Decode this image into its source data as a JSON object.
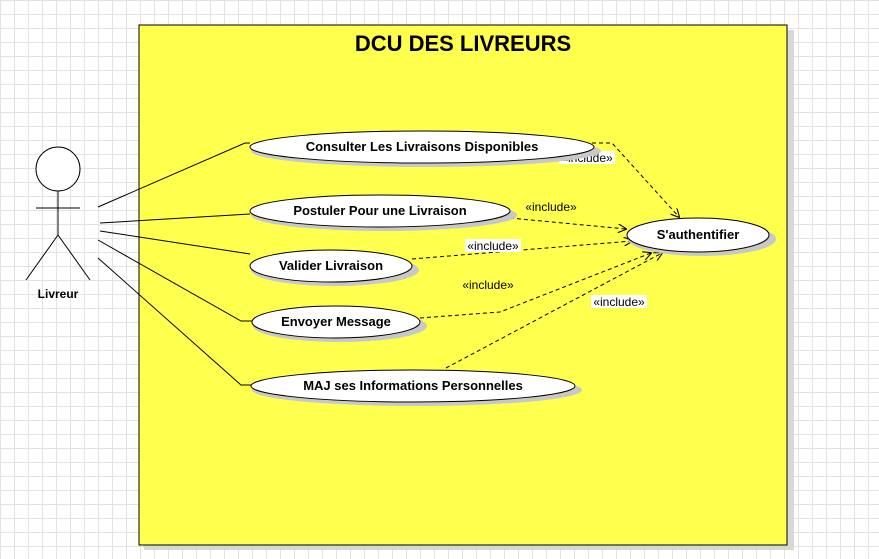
{
  "diagram": {
    "title": "DCU DES LIVREURS",
    "actor": {
      "name": "Livreur"
    },
    "use_cases": [
      "Consulter Les Livraisons Disponibles",
      "Postuler Pour une Livraison",
      "Valider Livraison",
      "Envoyer Message",
      "MAJ ses Informations Personnelles"
    ],
    "included_use_case": "S'authentifier",
    "include_label": "«include»",
    "colors": {
      "system_fill": "#ffff4d",
      "usecase_fill": "#ffffff",
      "stroke": "#000000"
    }
  }
}
